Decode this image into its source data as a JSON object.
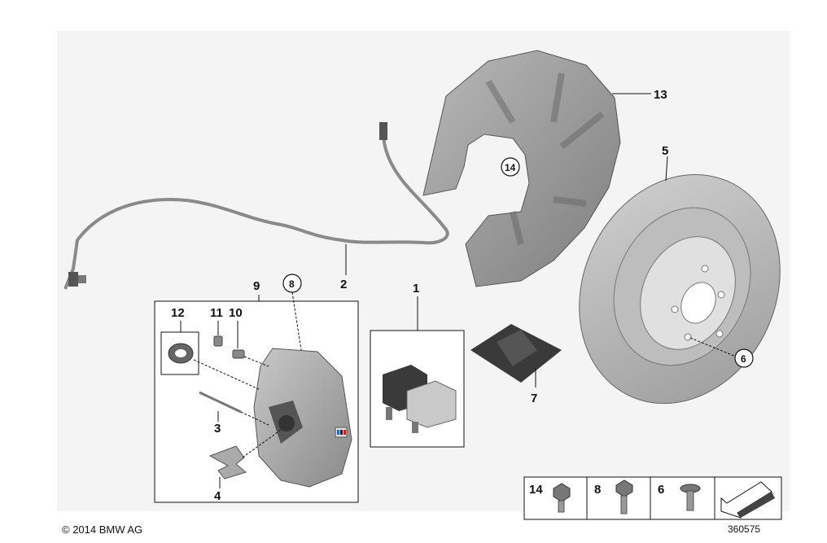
{
  "labels": {
    "l1": "1",
    "l2": "2",
    "l3": "3",
    "l4": "4",
    "l5": "5",
    "l6": "6",
    "l7": "7",
    "l8": "8",
    "l9": "9",
    "l10": "10",
    "l11": "11",
    "l12": "12",
    "l13": "13",
    "l14": "14"
  },
  "legend": {
    "l14": "14",
    "l8": "8",
    "l6": "6"
  },
  "footer": {
    "copyright": "© 2014 BMW AG",
    "ref": "360575"
  },
  "colors": {
    "part_gray": "#9a9a9a",
    "dark": "#3c3c3c",
    "line": "#111111",
    "bg": "#ffffff"
  }
}
